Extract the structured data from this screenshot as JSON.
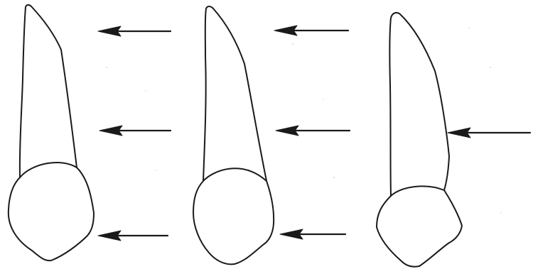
{
  "diagram": {
    "teeth": [
      {
        "id": "tooth-1",
        "arrows": 3
      },
      {
        "id": "tooth-2",
        "arrows": 3
      },
      {
        "id": "tooth-3",
        "arrows": 1
      }
    ],
    "colors": {
      "line": "#1a1a1a",
      "background": "#ffffff"
    },
    "arrow_direction": "left"
  }
}
